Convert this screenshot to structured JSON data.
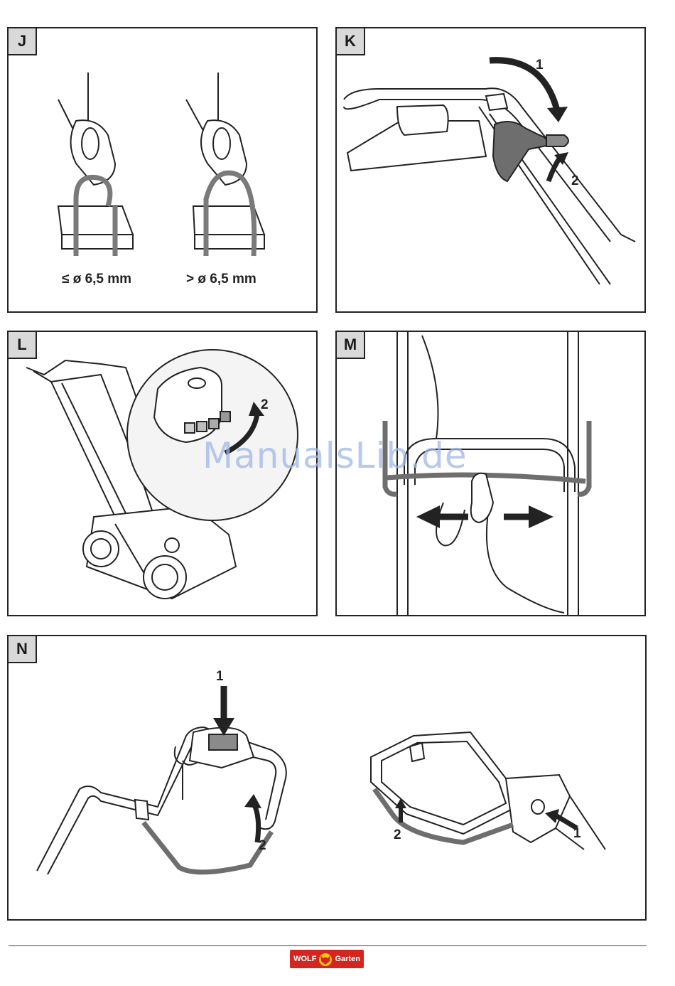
{
  "panels": {
    "j": {
      "tag": "J",
      "caption_left": "≤ ø 6,5 mm",
      "caption_right": "> ø 6,5 mm"
    },
    "k": {
      "tag": "K",
      "callout_1": "1",
      "callout_2": "2"
    },
    "l": {
      "tag": "L",
      "callout_2": "2"
    },
    "m": {
      "tag": "M"
    },
    "n": {
      "tag": "N",
      "left_callout_1": "1",
      "left_callout_2": "2",
      "right_callout_1": "1",
      "right_callout_2": "2"
    }
  },
  "watermark": "ManualsLib.de",
  "footer": {
    "logo_left": "WOLF",
    "logo_right": "Garten"
  },
  "colors": {
    "logo_red": "#d4261f",
    "watermark_blue": "#9fb7e6",
    "cable_gray": "#7a7a7a"
  }
}
